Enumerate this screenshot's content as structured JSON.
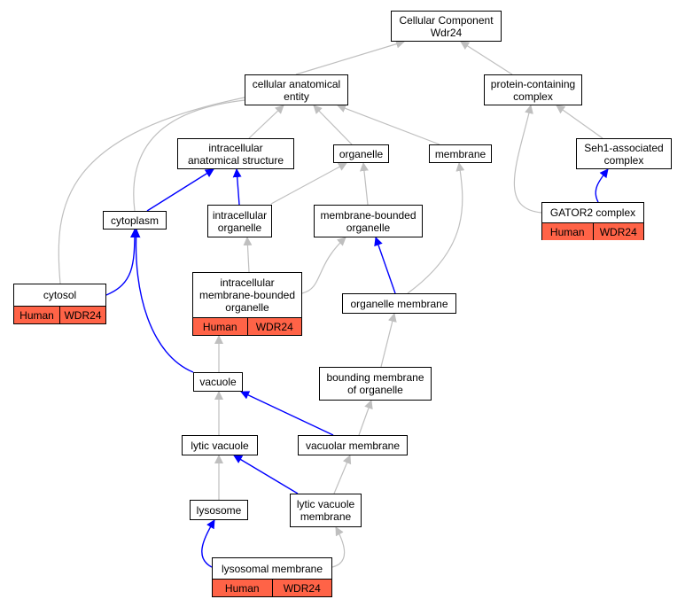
{
  "nodes": {
    "cc": {
      "label": "Cellular Component\nWdr24"
    },
    "cae": {
      "label": "cellular anatomical\nentity"
    },
    "pcc": {
      "label": "protein-containing\ncomplex"
    },
    "ias": {
      "label": "intracellular\nanatomical structure"
    },
    "organelle": {
      "label": "organelle"
    },
    "membrane": {
      "label": "membrane"
    },
    "seh1": {
      "label": "Seh1-associated\ncomplex"
    },
    "cytoplasm": {
      "label": "cytoplasm"
    },
    "io": {
      "label": "intracellular\norganelle"
    },
    "mbo": {
      "label": "membrane-bounded\norganelle"
    },
    "gator2": {
      "label": "GATOR2 complex",
      "species": "Human",
      "gene": "WDR24"
    },
    "cytosol": {
      "label": "cytosol",
      "species": "Human",
      "gene": "WDR24"
    },
    "imbo": {
      "label": "intracellular\nmembrane-bounded\norganelle",
      "species": "Human",
      "gene": "WDR24"
    },
    "om": {
      "label": "organelle membrane"
    },
    "bmo": {
      "label": "bounding membrane\nof organelle"
    },
    "vacuole": {
      "label": "vacuole"
    },
    "lv": {
      "label": "lytic vacuole"
    },
    "vm": {
      "label": "vacuolar membrane"
    },
    "lysosome": {
      "label": "lysosome"
    },
    "lvm": {
      "label": "lytic vacuole\nmembrane"
    },
    "lm": {
      "label": "lysosomal membrane",
      "species": "Human",
      "gene": "WDR24"
    }
  },
  "edges": [
    {
      "from": "cae",
      "to": "cc",
      "type": "is_a"
    },
    {
      "from": "pcc",
      "to": "cc",
      "type": "is_a"
    },
    {
      "from": "ias",
      "to": "cae",
      "type": "is_a"
    },
    {
      "from": "organelle",
      "to": "cae",
      "type": "is_a"
    },
    {
      "from": "membrane",
      "to": "cae",
      "type": "is_a"
    },
    {
      "from": "cytoplasm",
      "to": "cae",
      "type": "is_a"
    },
    {
      "from": "cytosol",
      "to": "cae",
      "type": "is_a"
    },
    {
      "from": "seh1",
      "to": "pcc",
      "type": "is_a"
    },
    {
      "from": "gator2",
      "to": "pcc",
      "type": "is_a"
    },
    {
      "from": "gator2",
      "to": "seh1",
      "type": "part_of"
    },
    {
      "from": "cytoplasm",
      "to": "ias",
      "type": "part_of"
    },
    {
      "from": "io",
      "to": "ias",
      "type": "part_of"
    },
    {
      "from": "io",
      "to": "organelle",
      "type": "is_a"
    },
    {
      "from": "mbo",
      "to": "organelle",
      "type": "is_a"
    },
    {
      "from": "cytosol",
      "to": "cytoplasm",
      "type": "part_of"
    },
    {
      "from": "imbo",
      "to": "io",
      "type": "is_a"
    },
    {
      "from": "imbo",
      "to": "mbo",
      "type": "is_a"
    },
    {
      "from": "om",
      "to": "mbo",
      "type": "part_of"
    },
    {
      "from": "om",
      "to": "membrane",
      "type": "is_a"
    },
    {
      "from": "bmo",
      "to": "om",
      "type": "is_a"
    },
    {
      "from": "vacuole",
      "to": "imbo",
      "type": "is_a"
    },
    {
      "from": "vacuole",
      "to": "cytoplasm",
      "type": "part_of"
    },
    {
      "from": "lv",
      "to": "vacuole",
      "type": "is_a"
    },
    {
      "from": "vm",
      "to": "vacuole",
      "type": "part_of"
    },
    {
      "from": "vm",
      "to": "bmo",
      "type": "is_a"
    },
    {
      "from": "lysosome",
      "to": "lv",
      "type": "is_a"
    },
    {
      "from": "lvm",
      "to": "lv",
      "type": "part_of"
    },
    {
      "from": "lvm",
      "to": "vm",
      "type": "is_a"
    },
    {
      "from": "lm",
      "to": "lysosome",
      "type": "part_of"
    },
    {
      "from": "lm",
      "to": "lvm",
      "type": "is_a"
    }
  ],
  "colors": {
    "is_a": "#bfbfbf",
    "part_of": "#0000ff",
    "annotation_fill": "#ff6347"
  }
}
